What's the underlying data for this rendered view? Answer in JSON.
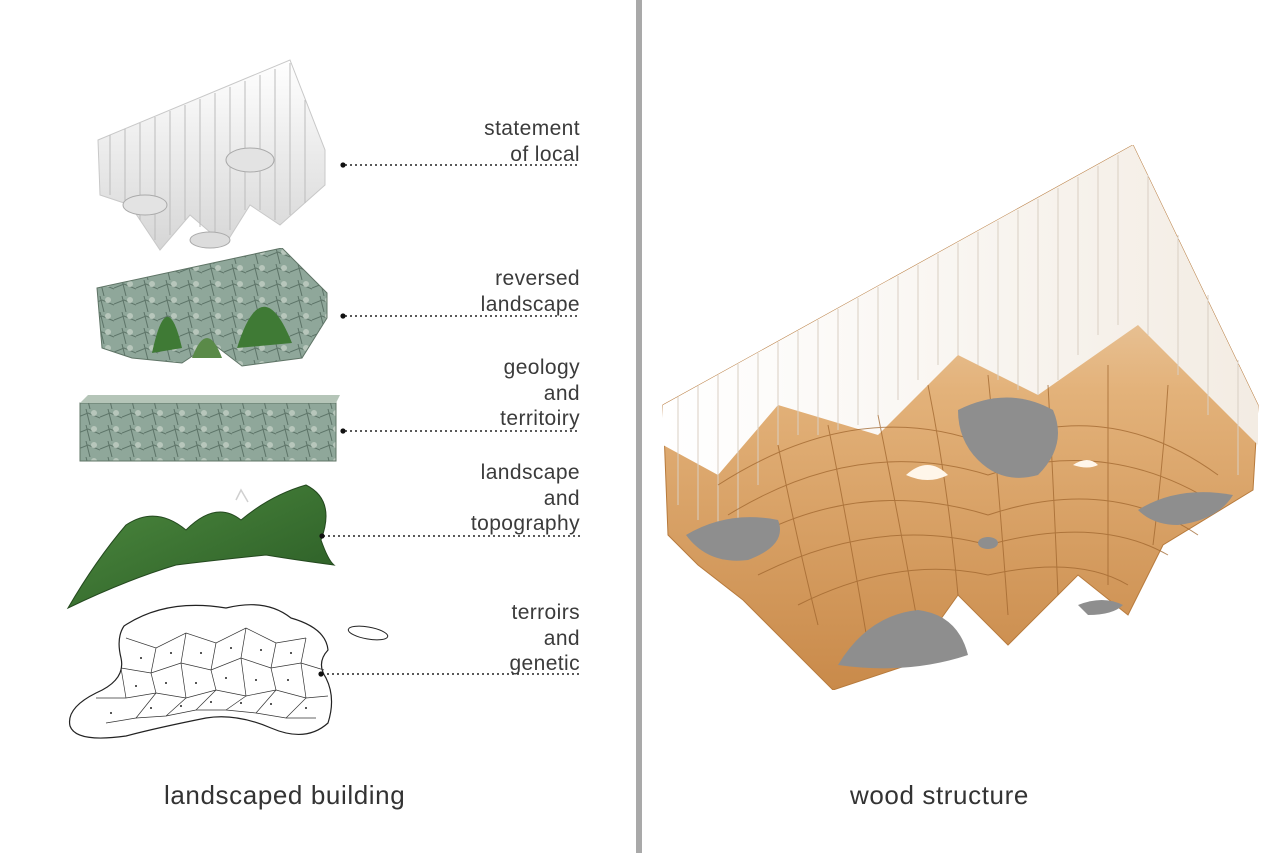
{
  "layers": [
    {
      "id": "statement",
      "label": "statement\nof local"
    },
    {
      "id": "reversed",
      "label": "reversed\nlandscape"
    },
    {
      "id": "geology",
      "label": "geology\nand\nterritoiry"
    },
    {
      "id": "landscape",
      "label": "landscape\nand\ntopography"
    },
    {
      "id": "terroirs",
      "label": "terroirs\nand\ngenetic"
    }
  ],
  "captions": {
    "left": "landscaped building",
    "right": "wood structure"
  },
  "colors": {
    "divider": "#a9a9a9",
    "wood": "#d8a064",
    "wood_dark": "#a86a32",
    "stone": "#8fa79a",
    "grass": "#3f7a35",
    "voids": "#8e8e8e"
  }
}
